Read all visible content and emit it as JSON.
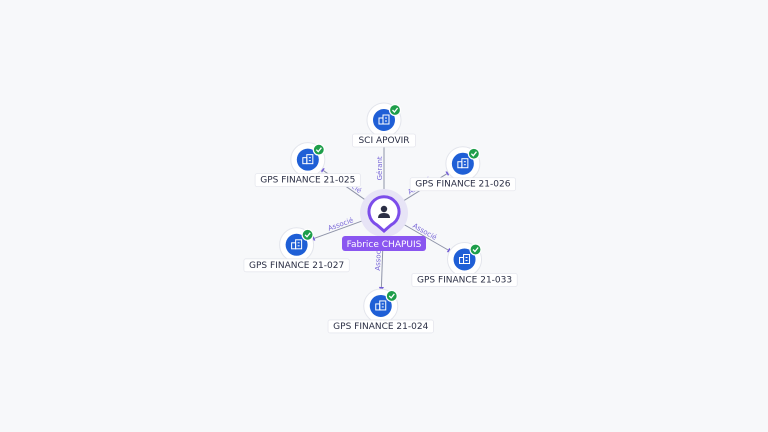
{
  "center": {
    "label": "Fabrice CHAPUIS",
    "icon": "person-icon",
    "accent": "#8a56f0"
  },
  "nodes": [
    {
      "id": "sci-apovir",
      "label": "SCI APOVIR",
      "relation": "Gérant",
      "icon": "company-building-icon",
      "verified": true,
      "angle": -90
    },
    {
      "id": "gps-21-025",
      "label": "GPS FINANCE 21-025",
      "relation": "Associé",
      "icon": "company-building-icon",
      "verified": true,
      "angle": -145
    },
    {
      "id": "gps-21-026",
      "label": "GPS FINANCE 21-026",
      "relation": "Associé",
      "icon": "company-building-icon",
      "verified": true,
      "angle": -32
    },
    {
      "id": "gps-21-027",
      "label": "GPS FINANCE 21-027",
      "relation": "Associé",
      "icon": "company-building-icon",
      "verified": true,
      "angle": 160
    },
    {
      "id": "gps-21-033",
      "label": "GPS FINANCE 21-033",
      "relation": "Associé",
      "icon": "company-building-icon",
      "verified": true,
      "angle": 30
    },
    {
      "id": "gps-21-024",
      "label": "GPS FINANCE 21-024",
      "relation": "Associé",
      "icon": "company-building-icon",
      "verified": true,
      "angle": 92
    }
  ],
  "colors": {
    "node_fill": "#1f5fd6",
    "verified_badge": "#1e9e4a",
    "edge": "#8e93a8",
    "edge_label": "#7a68d8"
  }
}
